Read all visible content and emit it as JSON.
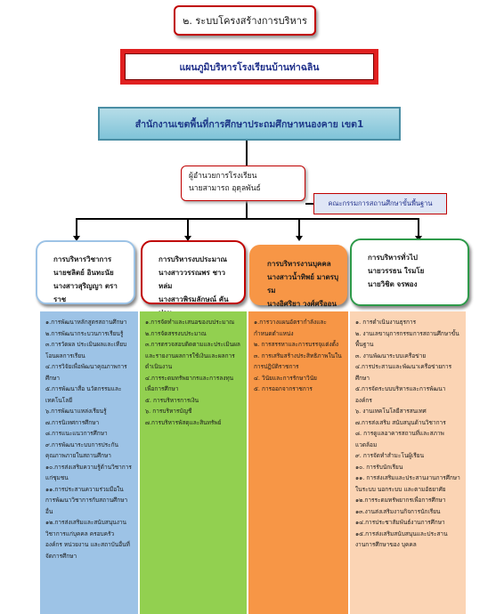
{
  "section_title": "๒. ระบบโครงสร้างการบริหาร",
  "plan_title": "แผนภูมิบริหารโรงเรียนบ้านท่าฉลิน",
  "office_title": "สำนักงานเขตพื้นที่การศึกษาประถมศึกษาหนองคาย เขต1",
  "director": {
    "line1": "ผู้อำนวยการโรงเรียน",
    "line2": "นายสามารถ อุดุลพันธ์"
  },
  "committee": "คณะกรรมการสถานศึกษาขั้นพื้นฐาน",
  "colors": {
    "accent": "#c00000",
    "blue": "#9dc3e6",
    "green": "#92d050",
    "orange": "#f79646",
    "peach": "#fbd4b4"
  },
  "departments": [
    {
      "title": "การบริหารวิชาการ",
      "people": [
        "นายชลิตย์ อินทะนัย",
        "นางสาวสุริญญา ตราราช"
      ]
    },
    {
      "title": "การบริหารงบประมาณ",
      "people": [
        "นางสาววรรณพร ชาวหล่ม",
        "นางสาวพิรมลักษณ์ คันปาน"
      ]
    },
    {
      "title": "การบริหารงานบุคคล",
      "people": [
        "นางสาวน้ำทิพย์ มาตรบุรม",
        "นางอิศริยา วงศ์ศรีออน"
      ]
    },
    {
      "title": "การบริหารทั่วไป",
      "people": [
        "นายวรรธน  ใรมโย",
        "นายวิชิต จรพอง"
      ]
    }
  ],
  "tasks": {
    "academic": [
      "๑.การพัฒนาหลักสูตรสถานศึกษา",
      "๒.การพัฒนากระบวนการเรียนรู้",
      "๓.การวัดผล ประเมินผลและเทียบโอนผลการเรียน",
      "๔.การวิจัยเพื่อพัฒนาคุณภาพการศึกษา",
      "๕.การพัฒนาสื่อ นวัตกรรมและเทคโนโลยี",
      "๖.การพัฒนาแหล่งเรียนรู้",
      "๗.การนิเทศการศึกษา",
      "๘.การแนะแนวการศึกษา",
      "๙.การพัฒนาระบบการประกันคุณภาพภายในสถานศึกษา",
      "๑๐.การส่งเสริมความรู้ด้านวิชาการแก่ชุมชน",
      "๑๑.การประสานความร่วมมือในการพัฒนาวิชาการกับสถานศึกษาอื่น",
      "๑๒.การส่งเสริมและสนับสนุนงานวิชาการแก่บุคคล ครอบครัว องค์กร หน่วยงาน และสถาบันอื่นที่จัดการศึกษา"
    ],
    "budget": [
      "๑.การจัดทำและเสนอของบประมาณ",
      "๒.การจัดสรรงบประมาณ",
      "๓.การตรวจสอบติดตามและประเมินผลและรายงานผลการใช้เงินและผลการดำเนินงาน",
      "๔.การระดมทรัพยากรและการลงทุนเพื่อการศึกษา",
      "๕. การบริหารการเงิน",
      "๖. การบริหารบัญชี",
      "๗.การบริหารพัสดุและสินทรัพย์"
    ],
    "personnel": [
      "๑.การวางแผนอัตรากำลังและกำหนดตำแหน่ง",
      "๒. การสรรหาและการบรรจุแต่งตั้ง",
      "๓. การเสริมสร้างประสิทธิภาพในในการปฏิบัติราชการ",
      "๔. วินัยและการรักษาวินัย",
      "๕. การออกจากราชการ"
    ],
    "general": [
      "๑. การดำเนินงานธุรการ",
      "๒. งานเลขานุการกรรมการสถานศึกษาขั้นพื้นฐาน",
      "๓. งานพัฒนาระบบเครือข่าย",
      "๔.การประสานและพัฒนาเครือข่ายการศึกษา",
      "๕.การจัดระบบบริหารและการพัฒนาองค์กร",
      "๖. งานเทคโนโลยีสารสนเทศ",
      "๗.การส่งเสริม สนับสนุนด้านวิชาการ",
      "๘. การดูแลอาคารสถานที่และสภาพแวดล้อม",
      "๙. การจัดทำสำมะโนผู้เรียน",
      "๑๐. การรับนักเรียน",
      "๑๑. การส่งเสริมและประสานงานการศึกษา ในระบบ นอกระบบ และตามอัธยาศัย",
      "๑๒.การระดมทรัพยากรเพื่อการศึกษา",
      "๑๓.งานส่งเสริมงานกิจการนักเรียน",
      "๑๔.การประชาสัมพันธ์งานการศึกษา",
      "๑๕.การส่งเสริมสนับสนุนและประสานงานการศึกษาของ บุคคล"
    ]
  }
}
